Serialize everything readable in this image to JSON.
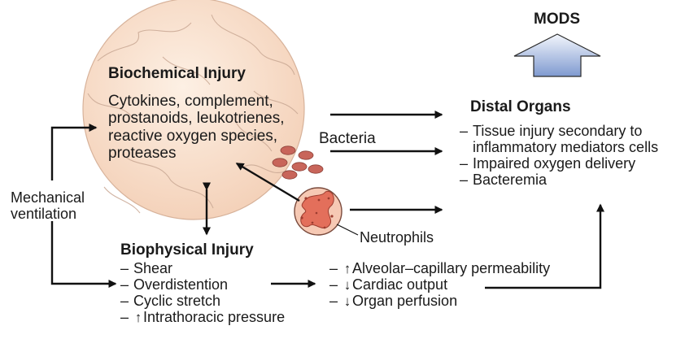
{
  "mods": {
    "label": "MODS"
  },
  "biochemical": {
    "title": "Biochemical Injury",
    "lines": [
      "Cytokines, complement,",
      "prostanoids, leukotrienes,",
      "reactive oxygen species,",
      "proteases"
    ]
  },
  "bacteria": {
    "label": "Bacteria"
  },
  "neutrophils": {
    "label": "Neutrophils"
  },
  "mechanical": {
    "lines": [
      "Mechanical",
      "ventilation"
    ]
  },
  "distal": {
    "title": "Distal Organs",
    "items": [
      {
        "dash": "–",
        "text": "Tissue injury secondary to"
      },
      {
        "dash": "",
        "text": "inflammatory mediators cells"
      },
      {
        "dash": "–",
        "text": "Impaired oxygen delivery"
      },
      {
        "dash": "–",
        "text": "Bacteremia"
      }
    ]
  },
  "biophysical": {
    "title": "Biophysical Injury",
    "items": [
      {
        "dash": "–",
        "arrow": "",
        "text": "Shear"
      },
      {
        "dash": "–",
        "arrow": "",
        "text": "Overdistention"
      },
      {
        "dash": "–",
        "arrow": "",
        "text": "Cyclic stretch"
      },
      {
        "dash": "–",
        "arrow": "↑",
        "text": "Intrathoracic pressure"
      }
    ]
  },
  "effects": {
    "items": [
      {
        "dash": "–",
        "arrow": "↑",
        "text": "Alveolar–capillary permeability"
      },
      {
        "dash": "–",
        "arrow": "↓",
        "text": "Cardiac output"
      },
      {
        "dash": "–",
        "arrow": "↓",
        "text": "Organ perfusion"
      }
    ]
  },
  "colors": {
    "circle_fill": "#f9e2cf",
    "circle_line": "#b79a86",
    "arrow_blue_top": "#eef2fa",
    "arrow_blue_bottom": "#8aa4d4",
    "bacteria_fill": "#c8655a",
    "neutrophil_fill": "#f6c9b4",
    "neutrophil_nucleus": "#e36f5b"
  }
}
